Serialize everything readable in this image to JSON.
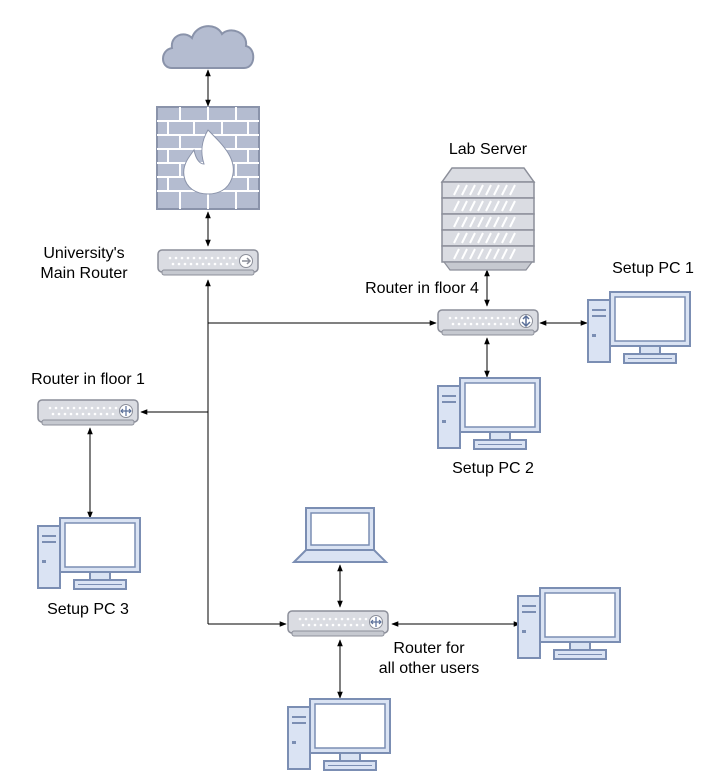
{
  "labels": {
    "lab_server": "Lab Server",
    "main_router_line1": "University's",
    "main_router_line2": "Main Router",
    "router_floor4": "Router in floor 4",
    "router_floor1": "Router in floor 1",
    "router_other_line1": "Router for",
    "router_other_line2": "all other users",
    "setup_pc1": "Setup PC 1",
    "setup_pc2": "Setup PC 2",
    "setup_pc3": "Setup PC 3"
  },
  "icons": [
    "cloud-icon",
    "firewall-icon",
    "server-icon",
    "router-icon",
    "desktop-pc-icon",
    "laptop-icon"
  ],
  "colors": {
    "fill": "#DAE3F3",
    "stroke": "#7B8EB3",
    "device_gray": "#D9D9D9",
    "device_stroke": "#8C8C8C",
    "firewall_fill": "#B4BCD0",
    "firewall_stroke": "#8A93AA",
    "flame": "#FFFFFF"
  }
}
